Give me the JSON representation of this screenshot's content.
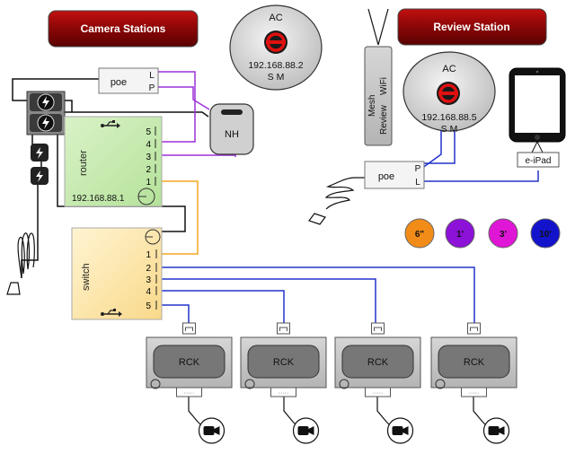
{
  "titles": {
    "camera_stations": "Camera Stations",
    "review_station": "Review Station"
  },
  "ac_left": {
    "label": "AC",
    "ip": "192.168.88.2",
    "ports": "S M"
  },
  "ac_right": {
    "label": "AC",
    "ip": "192.168.88.5",
    "ports": "S M"
  },
  "poe_left": {
    "label": "poe",
    "port_top": "L",
    "port_bottom": "P"
  },
  "poe_right": {
    "label": "poe",
    "port_top": "P",
    "port_bottom": "L"
  },
  "nh": {
    "label": "NH"
  },
  "mesh": {
    "line1": "Mesh",
    "line2": "Review",
    "line3": "WiFi"
  },
  "ipad": {
    "label": "e-iPad"
  },
  "router": {
    "label": "router",
    "ip": "192.168.88.1",
    "ports": [
      "5",
      "4",
      "3",
      "2",
      "1"
    ]
  },
  "switch": {
    "label": "switch",
    "ports": [
      "1",
      "2",
      "3",
      "4",
      "5"
    ]
  },
  "rck_units": [
    {
      "label": "RCK"
    },
    {
      "label": "RCK"
    },
    {
      "label": "RCK"
    },
    {
      "label": "RCK"
    }
  ],
  "legend": [
    {
      "label": "6\"",
      "color": "#f28c18"
    },
    {
      "label": "1'",
      "color": "#8b12d6"
    },
    {
      "label": "3'",
      "color": "#df16d6"
    },
    {
      "label": "10'",
      "color": "#1313cc"
    }
  ],
  "colors": {
    "purple_wire": "#9b30d9",
    "orange_wire": "#f5a623",
    "blue_wire": "#2233cc",
    "black_wire": "#111111",
    "title_red": "#9e0b0b"
  }
}
